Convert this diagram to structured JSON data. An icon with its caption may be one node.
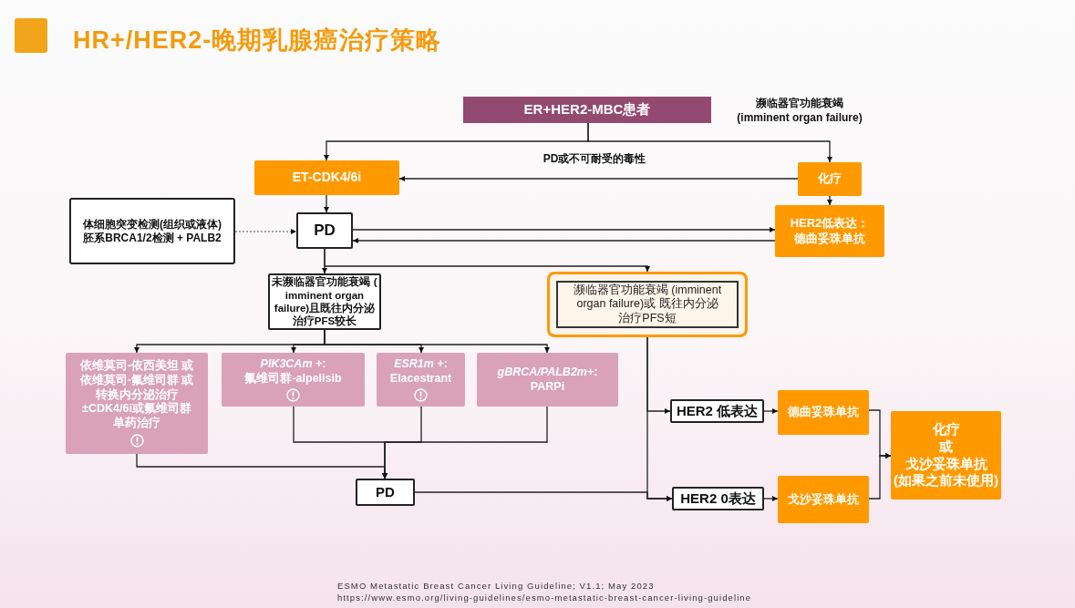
{
  "diagram": {
    "title": "HR+/HER2-晚期乳腺癌治疗策略",
    "nodes": [
      {
        "text": [
          "ER+HER2-MBC患者"
        ]
      },
      {
        "text": [
          "ET-CDK4/6i"
        ]
      },
      {
        "text": [
          "化疗"
        ]
      },
      {
        "text": [
          "体细胞突变检测(组织或液体)",
          "胚系BRCA1/2检测 + PALB2"
        ]
      },
      {
        "text": [
          "PD"
        ]
      },
      {
        "text": [
          "HER2低表达：",
          "德曲妥珠单抗"
        ]
      },
      {
        "text": [
          "未濒临器官功能衰竭 ( imminent organ failure)且既往内分泌治疗PFS较长"
        ]
      },
      {
        "text": [
          "濒临器官功能衰竭 (imminent organ failure)或 既往内分泌治疗PFS短"
        ]
      },
      {
        "text": [
          "依维莫司-依西美坦 或依维莫司-氟维司群 或转换内分泌治疗±CDK4/6i或氟维司群单药治疗"
        ]
      },
      {
        "text": [
          "*PIK3CAm* +:",
          "氟维司群-alpelisib"
        ]
      },
      {
        "text": [
          "*ESR1m* +:",
          "Elacestrant"
        ]
      },
      {
        "text": [
          "*gBRCA/PALB2m*+:",
          "PARPi"
        ]
      },
      {
        "text": [
          "PD"
        ]
      },
      {
        "text": [
          "HER2 低表达"
        ]
      },
      {
        "text": [
          "HER2 0表达"
        ]
      },
      {
        "text": [
          "德曲妥珠单抗"
        ]
      },
      {
        "text": [
          "戈沙妥珠单抗"
        ]
      },
      {
        "text": [
          "化疗",
          "或",
          "戈沙妥珠单抗",
          "(如果之前未使用)"
        ]
      }
    ],
    "edges": [
      {
        "from": 0,
        "to": 1,
        "arrow": "to"
      },
      {
        "from": 0,
        "to": 2,
        "arrow": "to",
        "label": "濒临器官功能衰竭 (imminent organ failure)"
      },
      {
        "from": 2,
        "to": 1,
        "arrow": "to",
        "label": "PD或不可耐受的毒性"
      },
      {
        "from": 1,
        "to": 4,
        "arrow": "to"
      },
      {
        "from": 3,
        "to": 4,
        "arrow": "to",
        "style": "dashed",
        "color": "#888888"
      },
      {
        "from": 4,
        "to": 5,
        "arrow": "to"
      },
      {
        "from": 5,
        "to": 4,
        "arrow": "to"
      },
      {
        "from": 2,
        "to": 5,
        "arrow": "to"
      },
      {
        "from": 4,
        "to": 6,
        "arrow": "to"
      },
      {
        "from": 4,
        "to": 7,
        "arrow": "to"
      },
      {
        "from": 6,
        "to": 8,
        "arrow": "to"
      },
      {
        "from": 6,
        "to": 9,
        "arrow": "to"
      },
      {
        "from": 6,
        "to": 10,
        "arrow": "to"
      },
      {
        "from": 6,
        "to": 11,
        "arrow": "to"
      },
      {
        "from": 8,
        "to": 12,
        "arrow": "to"
      },
      {
        "from": 9,
        "to": 12,
        "arrow": "to"
      },
      {
        "from": 10,
        "to": 12,
        "arrow": "to"
      },
      {
        "from": 11,
        "to": 12,
        "arrow": "to"
      },
      {
        "from": 7,
        "to": 13,
        "arrow": "to"
      },
      {
        "from": 7,
        "to": 14,
        "arrow": "to"
      },
      {
        "from": 12,
        "to": 14,
        "arrow": "to"
      },
      {
        "from": 13,
        "to": 15,
        "arrow": "to"
      },
      {
        "from": 14,
        "to": 16,
        "arrow": "to"
      },
      {
        "from": 15,
        "to": 17,
        "arrow": "to"
      },
      {
        "from": 16,
        "to": 17,
        "arrow": "to"
      }
    ],
    "labels": [
      "ESMO Metastatic Breast Cancer Living Guideline; V1.1; May 2023",
      "https://www.esmo.org/living-guidelines/esmo-metastatic-breast-cancer-living-guideline"
    ]
  }
}
